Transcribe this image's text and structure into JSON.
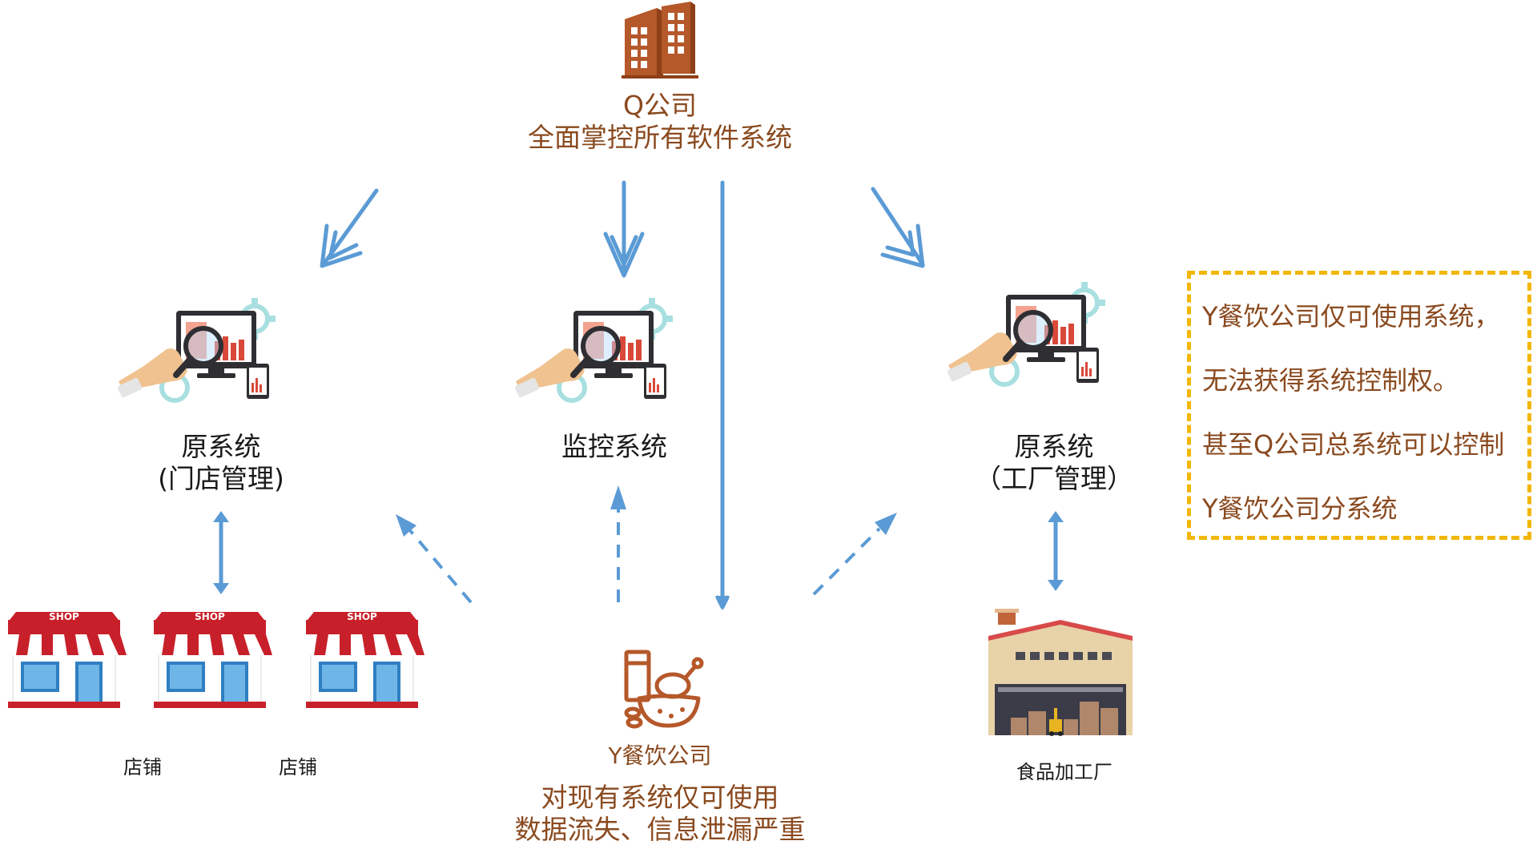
{
  "top": {
    "company": "Q公司",
    "subtitle": "全面掌控所有软件系统"
  },
  "systems": {
    "left": {
      "line1": "原系统",
      "line2": "(门店管理)"
    },
    "center": {
      "line1": "监控系统"
    },
    "right": {
      "line1": "原系统",
      "line2": "（工厂管理）"
    }
  },
  "shops": {
    "sign": "SHOP",
    "labels": [
      "店铺",
      "店铺"
    ]
  },
  "factory": {
    "label": "食品加工厂"
  },
  "bottom": {
    "company": "Y餐饮公司",
    "line1": "对现有系统仅可使用",
    "line2": "数据流失、信息泄漏严重"
  },
  "note": {
    "lines": [
      "Y餐饮公司仅可使用系统，",
      "无法获得系统控制权。",
      "甚至Q公司总系统可以控制",
      "Y餐饮公司分系统"
    ]
  },
  "colors": {
    "arrow": "#5b9bd5",
    "text_brown": "#8a4a1f",
    "note_border": "#f2b705",
    "shop_red": "#c8202a",
    "building": "#b5582a"
  }
}
